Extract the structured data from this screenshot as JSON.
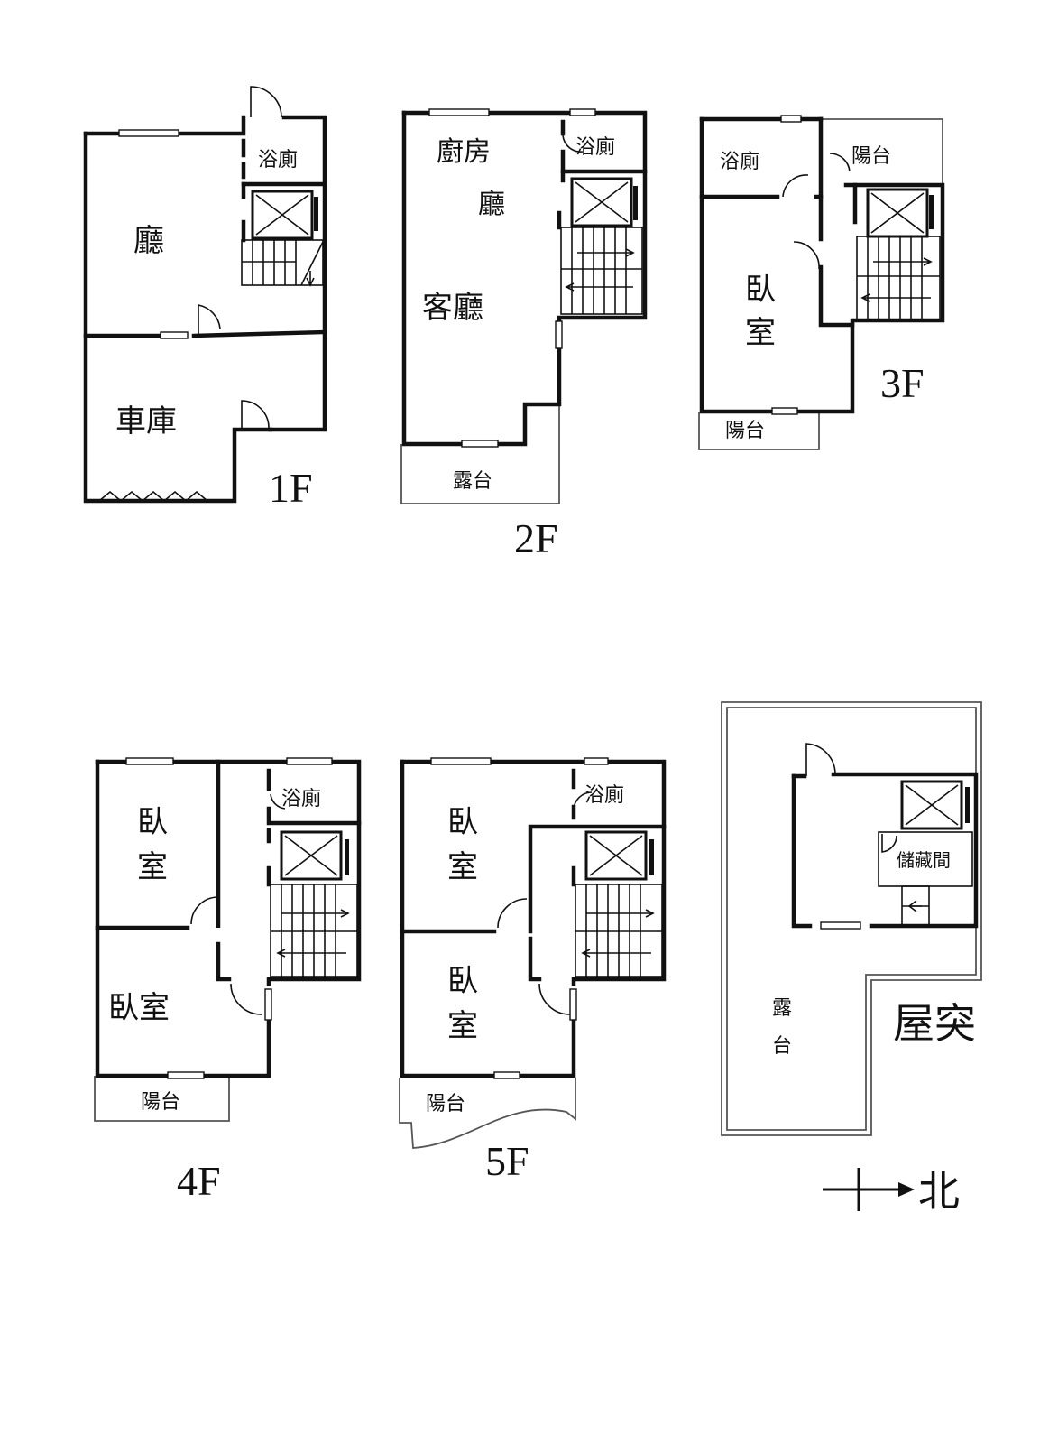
{
  "floors": {
    "f1": {
      "label": "1F",
      "living": "廳",
      "bath": "浴廁",
      "garage": "車庫"
    },
    "f2": {
      "label": "2F",
      "kitchen": "廚房",
      "hall": "廳",
      "bath": "浴廁",
      "living": "客廳",
      "terrace": "露台"
    },
    "f3": {
      "label": "3F",
      "bath": "浴廁",
      "balcony_top": "陽台",
      "bed_line1": "臥",
      "bed_line2": "室",
      "balcony_bottom": "陽台"
    },
    "f4": {
      "label": "4F",
      "bed1_line1": "臥",
      "bed1_line2": "室",
      "bath": "浴廁",
      "bed2": "臥室",
      "balcony": "陽台"
    },
    "f5": {
      "label": "5F",
      "bed1_line1": "臥",
      "bed1_line2": "室",
      "bath": "浴廁",
      "bed2_line1": "臥",
      "bed2_line2": "室",
      "balcony": "陽台"
    },
    "roof": {
      "label": "屋突",
      "storage": "儲藏間",
      "terrace_line1": "露",
      "terrace_line2": "台"
    }
  },
  "compass": {
    "north": "北"
  }
}
